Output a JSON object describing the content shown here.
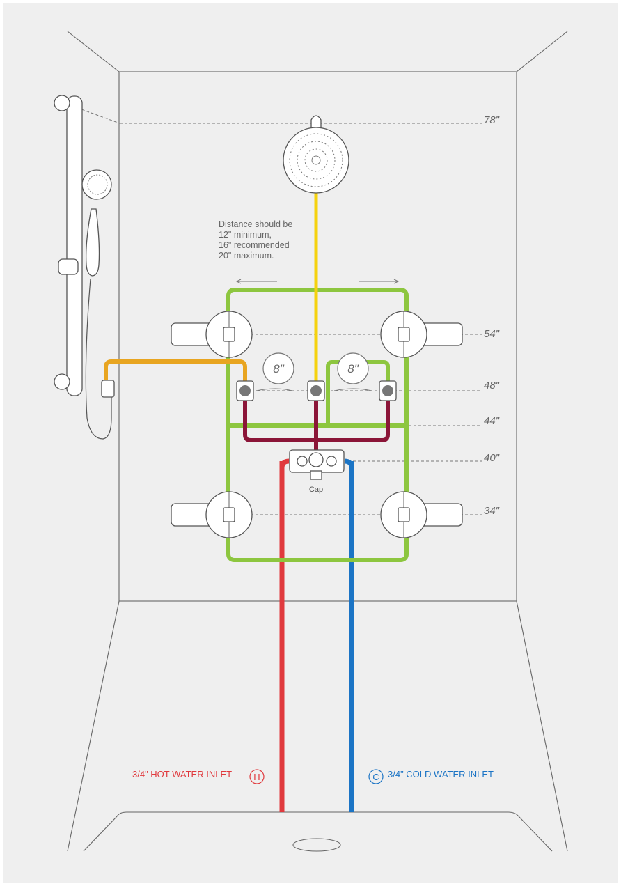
{
  "measurements": {
    "m78": "78\"",
    "m54": "54\"",
    "m48": "48\"",
    "m44": "44\"",
    "m40": "40\"",
    "m34": "34\""
  },
  "note": {
    "line1": "Distance should be",
    "line2": "12\" minimum,",
    "line3": "16\" recommended",
    "line4": "20\" maximum."
  },
  "spacing_left": "8\"",
  "spacing_right": "8\"",
  "cap_label": "Cap",
  "hot_inlet": {
    "label": "3/4\" HOT WATER INLET",
    "symbol": "H"
  },
  "cold_inlet": {
    "label": "3/4\" COLD WATER INLET",
    "symbol": "C"
  },
  "colors": {
    "background": "#efefef",
    "green": "#8dc63f",
    "yellow": "#f5d20e",
    "orange": "#e8a521",
    "maroon": "#8b1538",
    "hot": "#e03a3e",
    "cold": "#1b74c5"
  }
}
